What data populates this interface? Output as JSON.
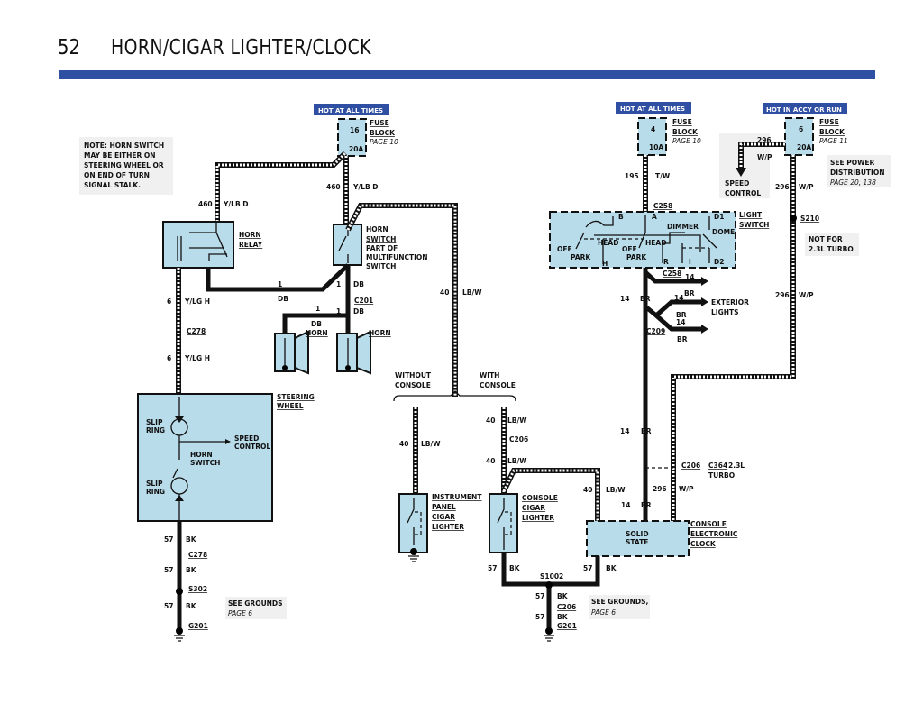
{
  "page": {
    "number": "52",
    "title": "HORN/CIGAR LIGHTER/CLOCK"
  },
  "colors": {
    "title_bar": "#2f4fa2",
    "component_fill": "#b9dcea",
    "wire": "#111111"
  },
  "note": [
    "NOTE: HORN SWITCH",
    "MAY BE EITHER ON",
    "STEERING WHEEL OR",
    "ON END OF TURN",
    "SIGNAL STALK."
  ],
  "power": {
    "hot1": "HOT AT ALL TIMES",
    "hot2": "HOT AT ALL TIMES",
    "hot3": "HOT IN ACCY OR RUN"
  },
  "fuses": [
    {
      "num": "16",
      "amps": "20A",
      "label1": "FUSE",
      "label2": "BLOCK",
      "page": "PAGE 10"
    },
    {
      "num": "4",
      "amps": "10A",
      "label1": "FUSE",
      "label2": "BLOCK",
      "page": "PAGE 10"
    },
    {
      "num": "6",
      "amps": "20A",
      "label1": "FUSE",
      "label2": "BLOCK",
      "page": "PAGE 11"
    }
  ],
  "components": {
    "horn_relay": [
      "HORN",
      "RELAY"
    ],
    "horn_switch": [
      "HORN",
      "SWITCH",
      "PART OF",
      "MULTIFUNCTION",
      "SWITCH"
    ],
    "horn_left": "HORN",
    "horn_right": "HORN",
    "steering_wheel": [
      "STEERING",
      "WHEEL"
    ],
    "slip_ring1": [
      "SLIP",
      "RING"
    ],
    "slip_ring2": [
      "SLIP",
      "RING"
    ],
    "sw_horn_switch": [
      "HORN",
      "SWITCH"
    ],
    "sw_speed_control": [
      "SPEED",
      "CONTROL"
    ],
    "without_console": [
      "WITHOUT",
      "CONSOLE"
    ],
    "with_console": [
      "WITH",
      "CONSOLE"
    ],
    "ip_lighter": [
      "INSTRUMENT",
      "PANEL",
      "CIGAR",
      "LIGHTER"
    ],
    "console_lighter": [
      "CONSOLE",
      "CIGAR",
      "LIGHTER"
    ],
    "clock": [
      "CONSOLE",
      "ELECTRONIC",
      "CLOCK"
    ],
    "clock_inner": [
      "SOLID",
      "STATE"
    ],
    "light_switch": [
      "LIGHT",
      "SWITCH"
    ],
    "light_switch_terms": {
      "b": "B",
      "a": "A",
      "d1": "D1",
      "dimmer": "DIMMER",
      "dome": "DOME",
      "head1": "HEAD",
      "head2": "HEAD",
      "off1": "OFF",
      "off2": "OFF",
      "park1": "PARK",
      "park2": "PARK",
      "h": "H",
      "r": "R",
      "i": "I",
      "d2": "D2"
    },
    "exterior_lights": [
      "EXTERIOR",
      "LIGHTS"
    ],
    "speed_control": [
      "SPEED",
      "CONTROL"
    ],
    "see_power": [
      "SEE POWER",
      "DISTRIBUTION",
      "PAGE 20, 138"
    ],
    "not_for": [
      "NOT FOR",
      "2.3L TURBO"
    ],
    "see_grounds1": [
      "SEE GROUNDS",
      "PAGE 6"
    ],
    "see_grounds2": [
      "SEE GROUNDS,",
      "PAGE 6"
    ]
  },
  "wires": {
    "w460a": {
      "num": "460",
      "color": "Y/LB D"
    },
    "w460b": {
      "num": "460",
      "color": "Y/LB D"
    },
    "w1a": {
      "num": "1",
      "color": "DB"
    },
    "w1b": {
      "num": "1",
      "color": "DB"
    },
    "w1c": {
      "num": "1",
      "color": "DB"
    },
    "w1d": {
      "num": "1",
      "color": "DB"
    },
    "w6a": {
      "num": "6",
      "color": "Y/LG H"
    },
    "w6b": {
      "num": "6",
      "color": "Y/LG H"
    },
    "w40a": {
      "num": "40",
      "color": "LB/W"
    },
    "w40b": {
      "num": "40",
      "color": "LB/W"
    },
    "w40c": {
      "num": "40",
      "color": "LB/W"
    },
    "w40d": {
      "num": "40",
      "color": "LB/W"
    },
    "w40e": {
      "num": "40",
      "color": "LB/W"
    },
    "w57a": {
      "num": "57",
      "color": "BK"
    },
    "w57b": {
      "num": "57",
      "color": "BK"
    },
    "w57c": {
      "num": "57",
      "color": "BK"
    },
    "w57d": {
      "num": "57",
      "color": "BK"
    },
    "w57e": {
      "num": "57",
      "color": "BK"
    },
    "w57f": {
      "num": "57",
      "color": "BK"
    },
    "w57g": {
      "num": "57",
      "color": "BK"
    },
    "w195": {
      "num": "195",
      "color": "T/W"
    },
    "w14a": {
      "num": "14",
      "color": "BR"
    },
    "w14b": {
      "num": "14",
      "color": "BR"
    },
    "w14c": {
      "num": "14",
      "color": "BR"
    },
    "w14d": {
      "num": "14",
      "color": "BR"
    },
    "w14e": {
      "num": "14",
      "color": "BR"
    },
    "w14f": {
      "num": "14",
      "color": "BR"
    },
    "w296a": {
      "num": "296",
      "color": "W/P"
    },
    "w296b": {
      "num": "296",
      "color": "W/P"
    },
    "w296c": {
      "num": "296",
      "color": "W/P"
    },
    "w296d": {
      "num": "296",
      "color": "W/P"
    }
  },
  "connectors": {
    "c201": "C201",
    "c278a": "C278",
    "c278b": "C278",
    "s302": "S302",
    "g201a": "G201",
    "c206a": "C206",
    "c206b": "C206",
    "c206c": "C206",
    "c364": "C364",
    "c364_note": "2.3L",
    "turbo": "TURBO",
    "s1002": "S1002",
    "g201b": "G201",
    "c258a": "C258",
    "c258b": "C258",
    "c209": "C209",
    "s210": "S210"
  }
}
